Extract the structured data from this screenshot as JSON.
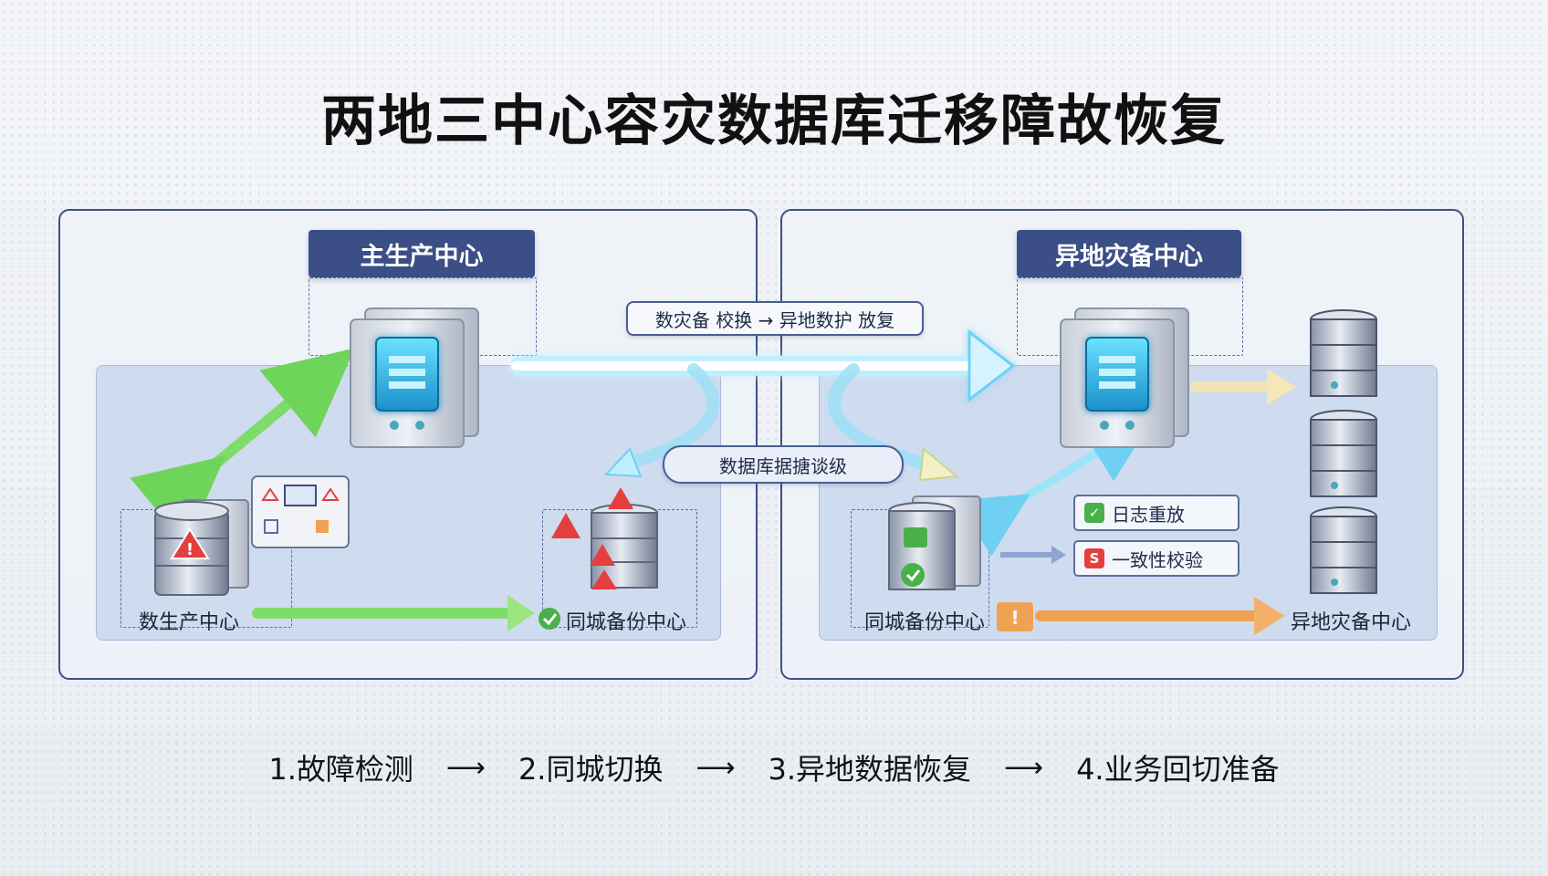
{
  "title": "两地三中心容灾数据库迁移障故恢复",
  "left_panel": {
    "header": "主生产中心",
    "label_source": "数生产中心",
    "label_target": "同城备份中心"
  },
  "right_panel": {
    "header": "异地灾备中心",
    "label_source": "同城备份中心",
    "label_target": "异地灾备中心",
    "checks": [
      "日志重放",
      "一致性校验"
    ]
  },
  "flow_label_top": "数灾备 校换 → 异地数护 放复",
  "flow_label_mid": "数据库据搪谈级",
  "steps": [
    "1.故障检测",
    "2.同城切换",
    "3.异地数据恢复",
    "4.业务回切准备"
  ],
  "step_arrow": "⟶",
  "colors": {
    "panel_border": "#3d4f86",
    "header_bg": "#3b4e86",
    "green_arrow": "#6fd45a",
    "orange_arrow": "#f0a253",
    "cyan_arrow": "#6fd0f2",
    "alert_red": "#e43f3f"
  }
}
